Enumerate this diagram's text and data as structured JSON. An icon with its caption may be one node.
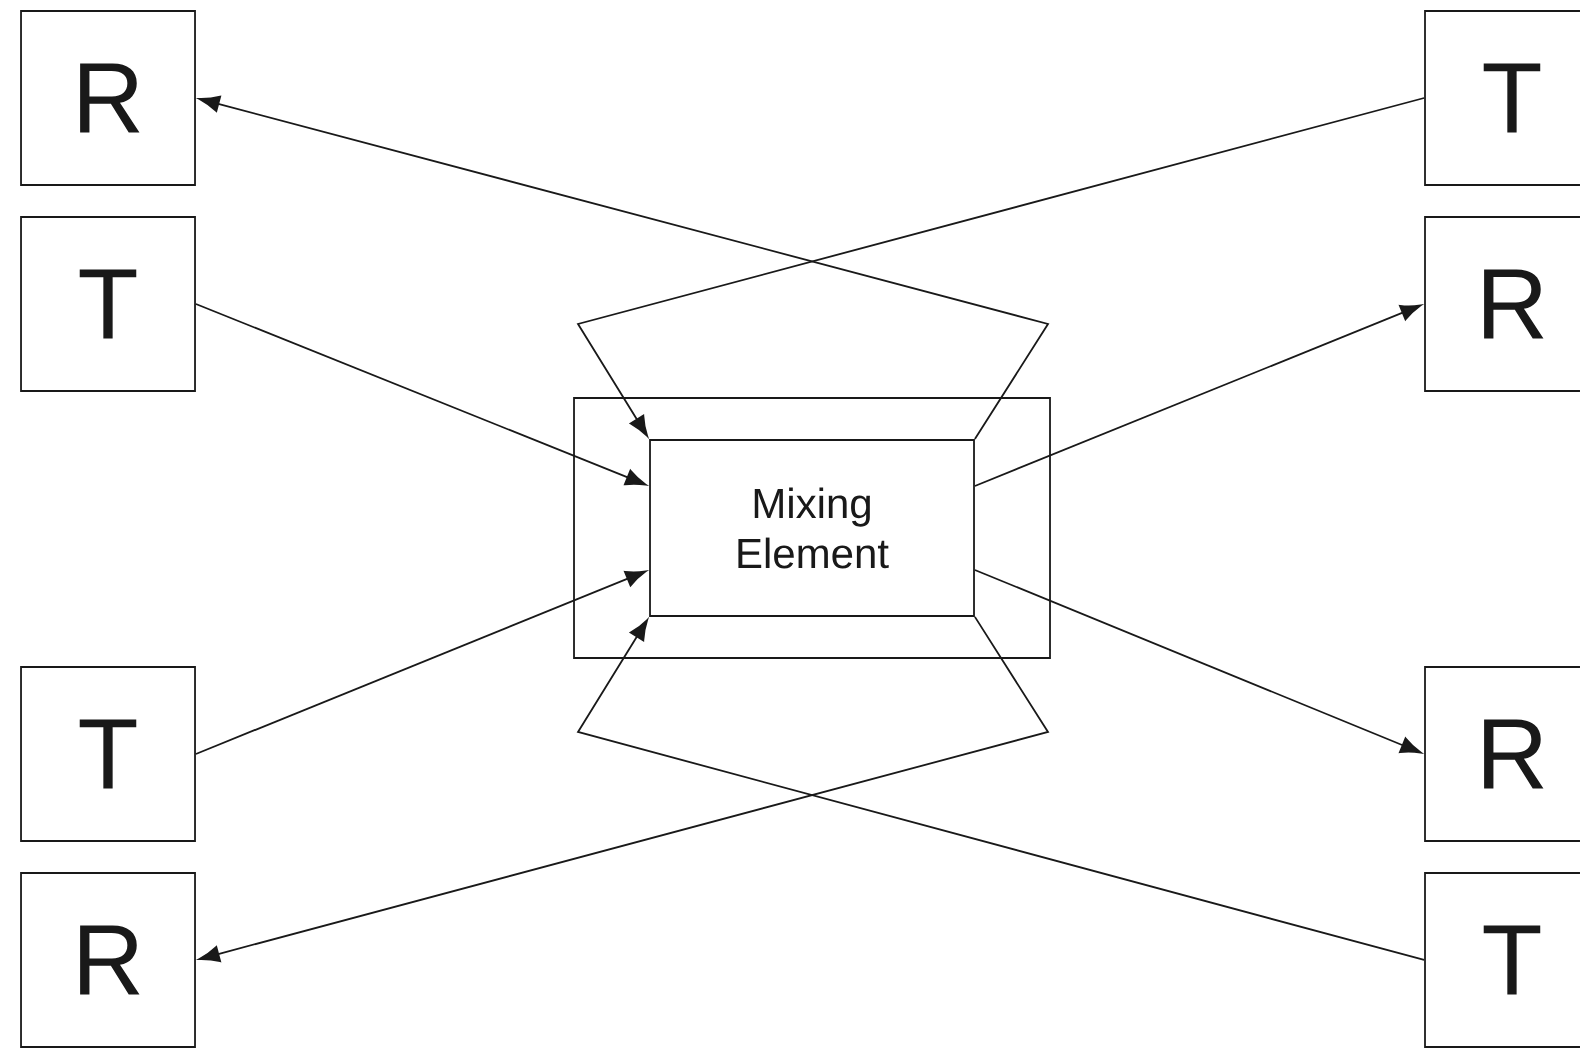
{
  "diagram": {
    "nodes": [
      {
        "text": [
          "R"
        ]
      },
      {
        "text": [
          "T"
        ]
      },
      {
        "text": [
          "T"
        ]
      },
      {
        "text": [
          "R"
        ]
      },
      {
        "text": [],
        "shape": "box"
      },
      {
        "text": [
          "Mixing Element"
        ],
        "in": 4
      },
      {
        "text": [
          "T"
        ]
      },
      {
        "text": [
          "R"
        ]
      },
      {
        "text": [
          "R"
        ]
      },
      {
        "text": [
          "T"
        ]
      }
    ],
    "edges": [
      {
        "from": 1,
        "to": 5,
        "arrow": "to"
      },
      {
        "from": 5,
        "to": 0,
        "arrow": "to"
      },
      {
        "from": 2,
        "to": 5,
        "arrow": "to"
      },
      {
        "from": 6,
        "to": 5,
        "arrow": "to"
      },
      {
        "from": 5,
        "to": 3,
        "arrow": "to"
      },
      {
        "from": 5,
        "to": 7,
        "arrow": "to"
      },
      {
        "from": 9,
        "to": 5,
        "arrow": "to"
      },
      {
        "from": 5,
        "to": 8,
        "arrow": "to"
      }
    ]
  }
}
